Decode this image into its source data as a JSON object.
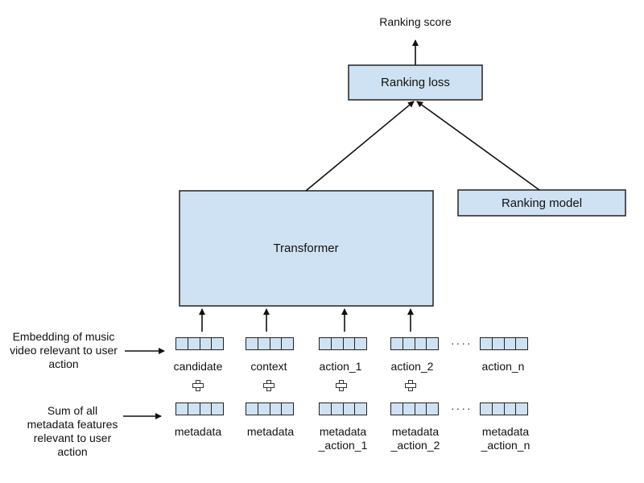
{
  "output": {
    "label": "Ranking score"
  },
  "nodes": {
    "ranking_loss": "Ranking loss",
    "ranking_model": "Ranking model",
    "transformer": "Transformer"
  },
  "side_labels": {
    "embedding": "Embedding of music video relevant to user action",
    "metadata_sum": "Sum of all metadata features relevant to user action"
  },
  "inputs": [
    {
      "embedding": "candidate",
      "metadata": "metadata"
    },
    {
      "embedding": "context",
      "metadata": "metadata"
    },
    {
      "embedding": "action_1",
      "metadata": "metadata _action_1"
    },
    {
      "embedding": "action_2",
      "metadata": "metadata _action_2"
    },
    {
      "embedding": "action_n",
      "metadata": "metadata _action_n"
    }
  ],
  "ellipsis": "····",
  "colors": {
    "box_fill": "#cfe2f3",
    "stroke": "#111111"
  }
}
